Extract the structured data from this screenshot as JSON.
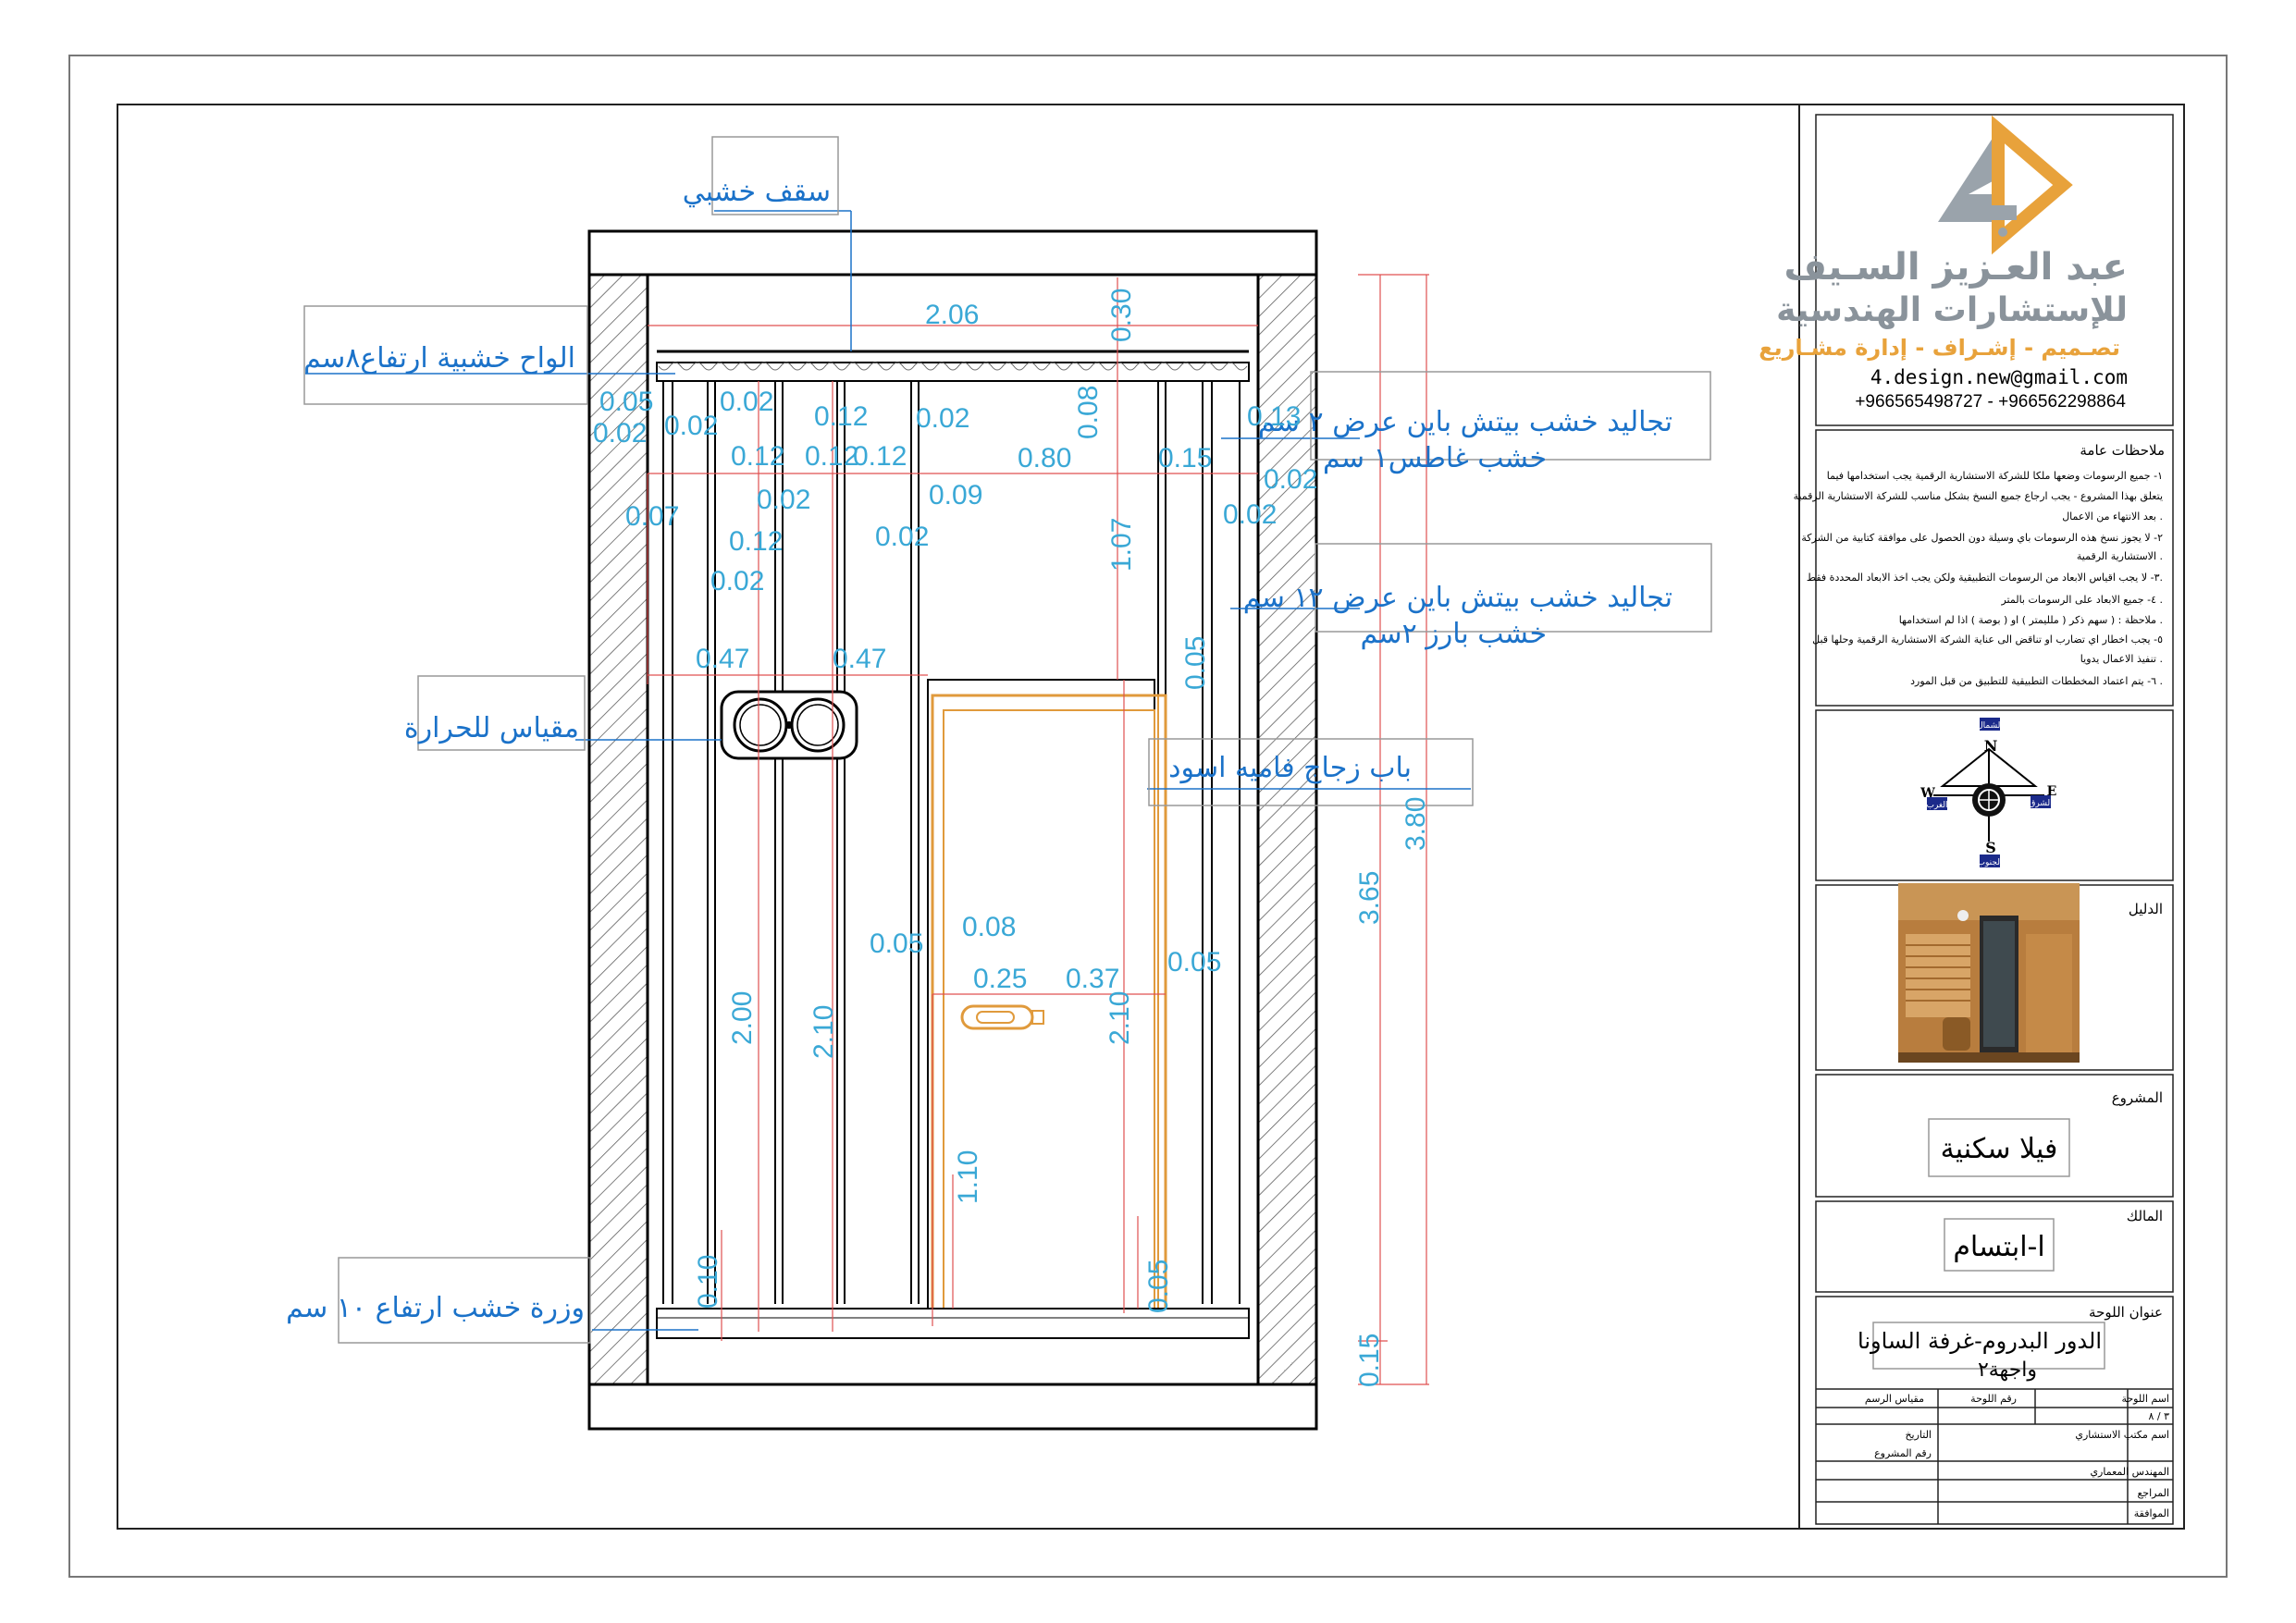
{
  "drawing": {
    "labels": {
      "ceiling": "سقف خشبي",
      "wood_planks": "الواح خشبية ارتفاع٨سم",
      "cladding_recessed_l1": "تجاليد خشب بيتش باين عرض ٢ سم",
      "cladding_recessed_l2": "خشب غاطس١ سم",
      "cladding_raised_l1": "تجاليد خشب بيتش باين عرض ١٢ سم",
      "cladding_raised_l2": "خشب بارز ٢سم",
      "thermometer": "مقياس للحرارة",
      "door": "باب زجاج فاميه اسود",
      "baseboard": "وزرة خشب ارتفاع ١٠ سم"
    },
    "dimensions": {
      "d_2_06": "2.06",
      "d_0_30": "0.30",
      "d_0_05_a": "0.05",
      "d_0_02_a": "0.02",
      "d_0_02_b": "0.02",
      "d_0_02_c": "0.02",
      "d_0_12_a": "0.12",
      "d_0_12_b": "0.12",
      "d_0_12_c": "0.12",
      "d_0_12_d": "0.12",
      "d_0_02_d": "0.02",
      "d_0_08_a": "0.08",
      "d_0_80": "0.80",
      "d_0_13": "0.13",
      "d_0_15_a": "0.15",
      "d_0_02_e": "0.02",
      "d_0_07": "0.07",
      "d_0_02_f": "0.02",
      "d_0_09": "0.09",
      "d_0_02_g": "0.02",
      "d_0_02_h": "0.02",
      "d_0_12_e": "0.12",
      "d_0_02_i": "0.02",
      "d_1_07": "1.07",
      "d_0_47_a": "0.47",
      "d_0_47_b": "0.47",
      "d_0_05_b": "0.05",
      "d_0_05_c": "0.05",
      "d_0_08_b": "0.08",
      "d_0_25": "0.25",
      "d_0_37": "0.37",
      "d_0_05_d": "0.05",
      "d_2_00": "2.00",
      "d_2_10_a": "2.10",
      "d_2_10_b": "2.10",
      "d_1_10": "1.10",
      "d_0_10": "0.10",
      "d_0_05_e": "0.05",
      "d_3_65": "3.65",
      "d_3_80": "3.80",
      "d_0_15_b": "0.15"
    }
  },
  "title_block": {
    "company_name": "عبد العـزيز السـيف",
    "company_sub": "للإستشارات الهندسية",
    "tagline": "تصـميم - إشـراف - إدارة مشـاريع",
    "email": "4.design.new@gmail.com",
    "phones": "+966565498727 - +966562298864",
    "notes_title": "ملاحظات عامة",
    "notes": [
      "١- جميع الرسومات وضعها ملكا للشركة الاستشارية الرقمية يجب استخدامها فيما",
      "يتعلق بهذا المشروع - يجب ارجاع جميع النسخ بشكل مناسب للشركة الاستشارية الرقمية",
      "بعد الانتهاء من الاعمال .",
      "٢- لا يجوز نسخ هذه الرسومات باي وسيلة دون الحصول على موافقة كتابية من الشركة",
      "الاستشارية الرقمية .",
      "٣- لا يجب اقياس الابعاد من الرسومات التطبيقية ولكن يجب اخذ الابعاد المحددة فقط.",
      "٤- جميع الابعاد على الرسومات بالمتر .",
      "ملاحظة : ( سهم ذكر ( ملليمتر ) او ( بوصة ) اذا لم استخدامها .",
      "٥- يجب اخطار اي تضارب او تناقض الى عناية الشركة الاستشارية الرقمية وحلها قبل",
      "تنفيذ الاعمال يدويا .",
      "٦- يتم اعتماد المخططات التطبيقية للتطبيق من قبل المورد ."
    ],
    "compass": {
      "north": "N",
      "south": "S",
      "east": "E",
      "west": "W",
      "north_ar": "الشمال",
      "south_ar": "الجنوب",
      "east_ar": "الشرق",
      "west_ar": "الغرب"
    },
    "guide_label": "الدليل",
    "project_label": "المشروع",
    "project_value": "فيلا سكنية",
    "owner_label": "المالك",
    "owner_value": "ا-ابتسام",
    "sheet_title_label": "عنوان اللوحة",
    "sheet_title_l1": "الدور البدروم-غرفة الساونا",
    "sheet_title_l2": "واجهة٢",
    "table": {
      "scale": "مقياس الرسم",
      "sheet_no": "رقم اللوحة",
      "sheet_name": "اسم اللوحة",
      "sheet_val": "٣ / ٨",
      "date": "التاريخ",
      "project_no": "رقم المشروع",
      "consultant": "اسم مكتب الاستشاري",
      "engineer": "المهندس المعماري",
      "reviewer": "المراجع",
      "approval": "الموافقة"
    }
  }
}
